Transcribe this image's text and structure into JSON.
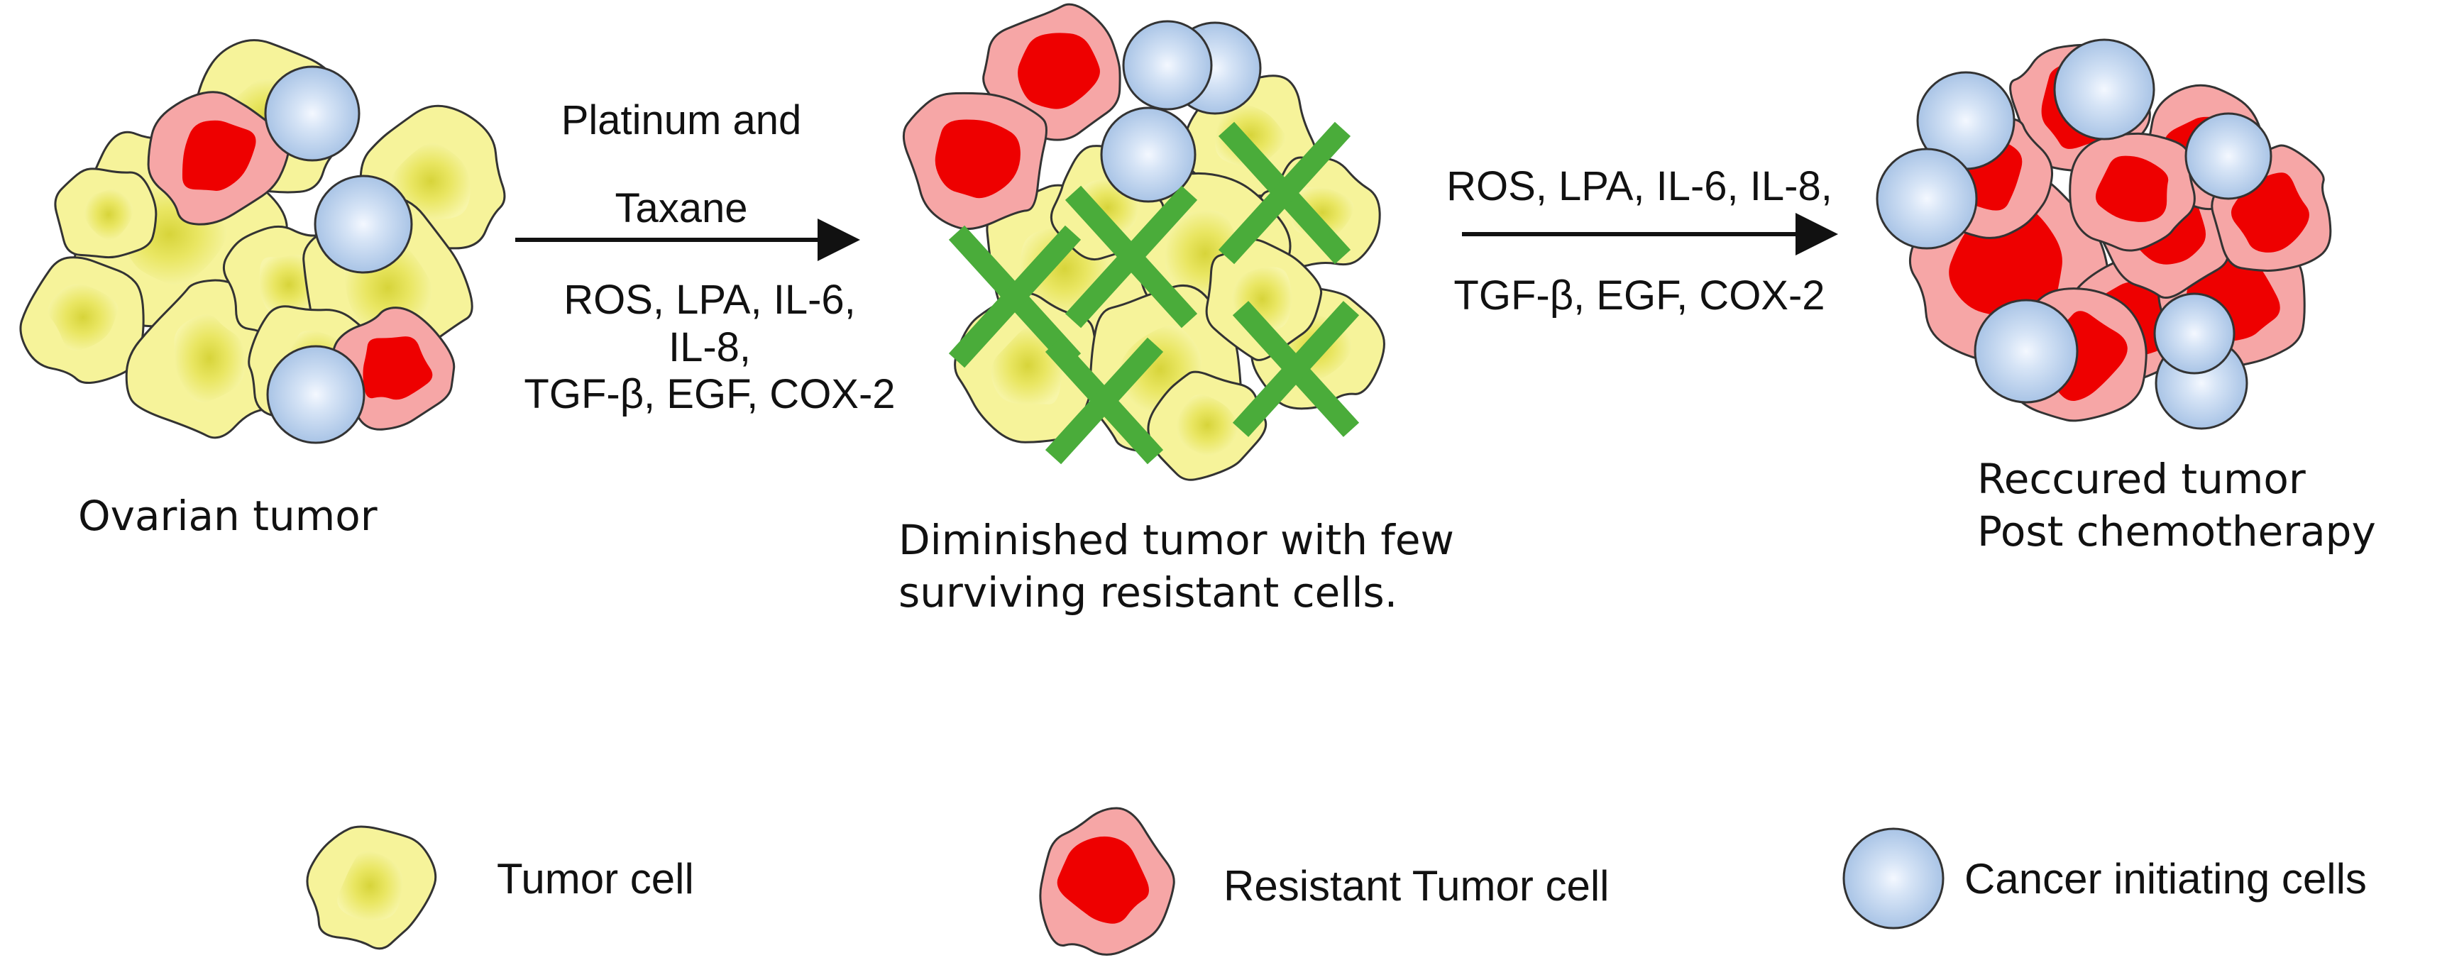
{
  "arrow1": {
    "top_lines": [
      "Platinum and",
      "Taxane"
    ],
    "bottom_lines": [
      "ROS, LPA, IL-6,",
      "IL-8,",
      "TGF-β, EGF, COX-2"
    ]
  },
  "arrow2": {
    "top_lines": [
      "ROS, LPA, IL-6, IL-8,"
    ],
    "bottom_lines": [
      "TGF-β, EGF, COX-2"
    ]
  },
  "stages": [
    {
      "caption_lines": [
        "Ovarian tumor"
      ]
    },
    {
      "caption_lines": [
        "Diminished tumor with few",
        "surviving resistant cells."
      ]
    },
    {
      "caption_lines": [
        "Reccured tumor",
        "Post chemotherapy"
      ]
    }
  ],
  "legend": [
    {
      "icon": "tumor-cell-icon",
      "label": "Tumor cell"
    },
    {
      "icon": "resistant-tumor-cell-icon",
      "label": "Resistant Tumor cell"
    },
    {
      "icon": "cancer-initiating-cell-icon",
      "label": "Cancer initiating cells"
    }
  ],
  "colors": {
    "tumor_fill": "#f6f39a",
    "tumor_core": "#e2df4a",
    "resistant_fill": "#f6a6a6",
    "resistant_core": "#ee0000",
    "initiating_fill": "#b4cdea",
    "initiating_core": "#e4eefa",
    "kill_mark": "#4aac3a",
    "outline": "#333333"
  }
}
